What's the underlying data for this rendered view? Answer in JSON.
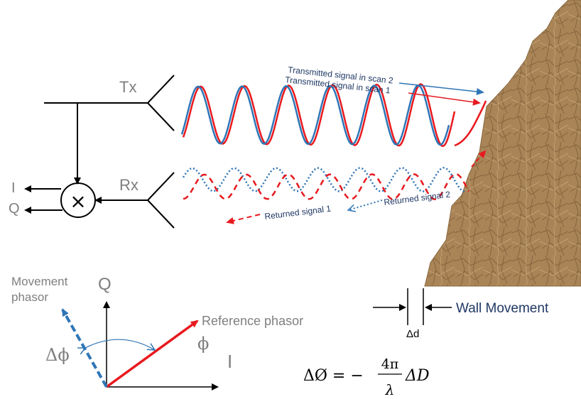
{
  "labels": {
    "tx": "Tx",
    "rx": "Rx",
    "i_out": "I",
    "q_out": "Q",
    "mixer_symbol": "×",
    "transmitted_scan2": "Transmitted signal in scan 2",
    "transmitted_scan1": "Transmitted signal in scan 1",
    "returned_signal_1": "Returned signal 1",
    "returned_signal_2": "Returned signal 2",
    "wall_movement": "Wall Movement",
    "delta_d": "Δd",
    "movement_phasor_line1": "Movement",
    "movement_phasor_line2": "phasor",
    "axis_q": "Q",
    "axis_i": "I",
    "reference_phasor": "Reference phasor",
    "phi": "ϕ",
    "delta_phi": "Δϕ"
  },
  "equation": {
    "lhs": "ΔØ = −",
    "numerator": "4π",
    "denominator": "λ",
    "rhs": "ΔD"
  },
  "colors": {
    "scan1_red": "#e8191e",
    "scan2_blue": "#2e75b6",
    "navy_text": "#1f3864",
    "gray_text": "#7f7f7f",
    "wall_fill": "#a88356",
    "black": "#000000"
  }
}
